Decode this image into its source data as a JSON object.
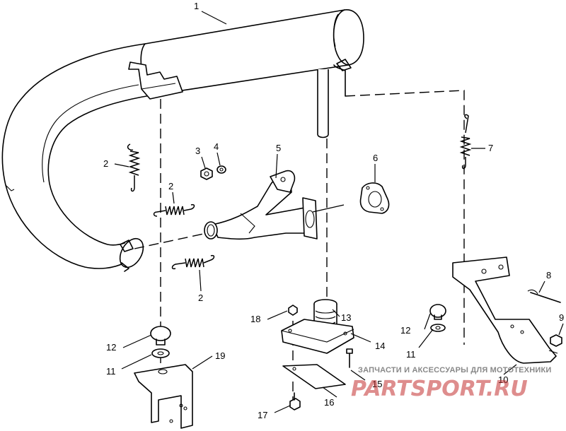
{
  "callouts": {
    "c1": "1",
    "c2a": "2",
    "c2b": "2",
    "c2c": "2",
    "c3": "3",
    "c4": "4",
    "c5": "5",
    "c6": "6",
    "c7": "7",
    "c8": "8",
    "c9": "9",
    "c10": "10",
    "c11a": "11",
    "c11b": "11",
    "c12a": "12",
    "c12b": "12",
    "c13": "13",
    "c14": "14",
    "c15": "15",
    "c16": "16",
    "c17": "17",
    "c18": "18",
    "c19": "19"
  },
  "watermark": {
    "tagline": "ЗАПЧАСТИ И АКСЕССУАРЫ ДЛЯ МОТОТЕХНИКИ",
    "logo": "PARTSPORT.RU",
    "color": "#c23030"
  }
}
